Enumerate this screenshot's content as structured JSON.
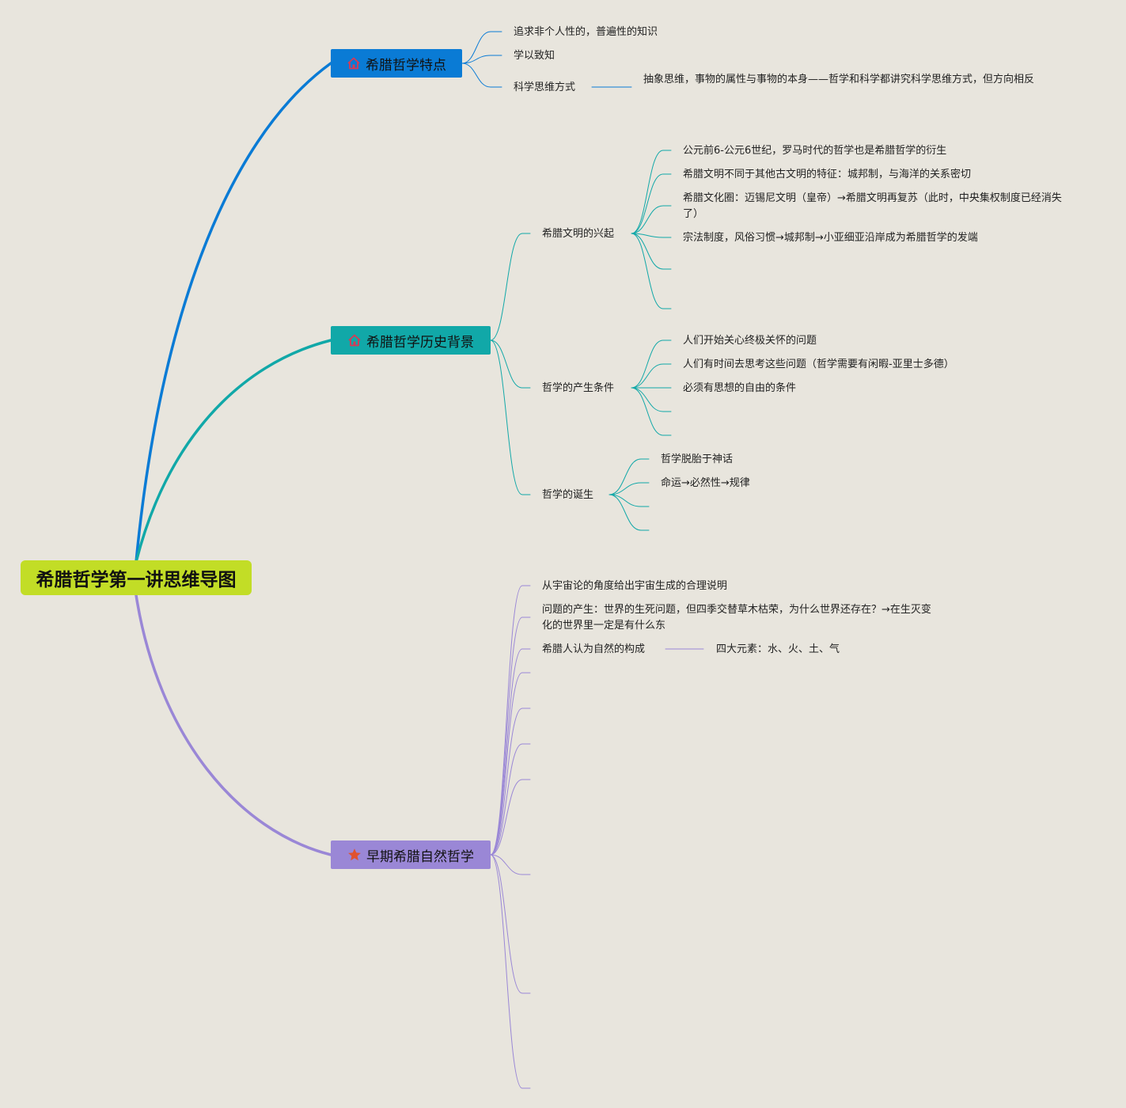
{
  "root": {
    "title": "希腊哲学第一讲思维导图"
  },
  "colors": {
    "background": "#e8e5dd",
    "root": "#c2dd26",
    "branch1": "#0a7bd5",
    "branch2": "#11a8a8",
    "branch3": "#9a87d6",
    "icon_house": "#d93a55",
    "icon_star": "#e0522f"
  },
  "branches": [
    {
      "title": "希腊哲学特点",
      "icon": "house-icon",
      "children": [
        {
          "label": "追求非个人性的，普遍性的知识"
        },
        {
          "label": "学以致知"
        },
        {
          "label": "科学思维方式",
          "detail": "抽象思维，事物的属性与事物的本身——哲学和科学都讲究科学思维方式，但方向相反"
        }
      ]
    },
    {
      "title": "希腊哲学历史背景",
      "icon": "house-icon",
      "children": [
        {
          "label": "希腊文明的兴起",
          "children": [
            "公元前6-公元6世纪，罗马时代的哲学也是希腊哲学的衍生",
            "希腊文明不同于其他古文明的特征：城邦制，与海洋的关系密切",
            "希腊文化圈：迈锡尼文明（皇帝）→希腊文明再复苏（此时，中央集权制度已经消失了）",
            "宗法制度，风俗习惯→城邦制→小亚细亚沿岸成为希腊哲学的发端"
          ]
        },
        {
          "label": "哲学的产生条件",
          "children": [
            "人们开始关心终极关怀的问题",
            "人们有时间去思考这些问题（哲学需要有闲暇-亚里士多德）",
            "必须有思想的自由的条件"
          ]
        },
        {
          "label": "哲学的诞生",
          "children": [
            "哲学脱胎于神话",
            "命运→必然性→规律"
          ]
        }
      ]
    },
    {
      "title": "早期希腊自然哲学",
      "icon": "star-icon",
      "children": [
        {
          "label": "从宇宙论的角度给出宇宙生成的合理说明"
        },
        {
          "label": "问题的产生：世界的生死问题，但四季交替草木枯荣，为什么世界还存在？→在生灭变化的世界里一定是有什么东"
        },
        {
          "label": "希腊人认为自然的构成",
          "detail": "四大元素：水、火、土、气"
        }
      ]
    }
  ]
}
